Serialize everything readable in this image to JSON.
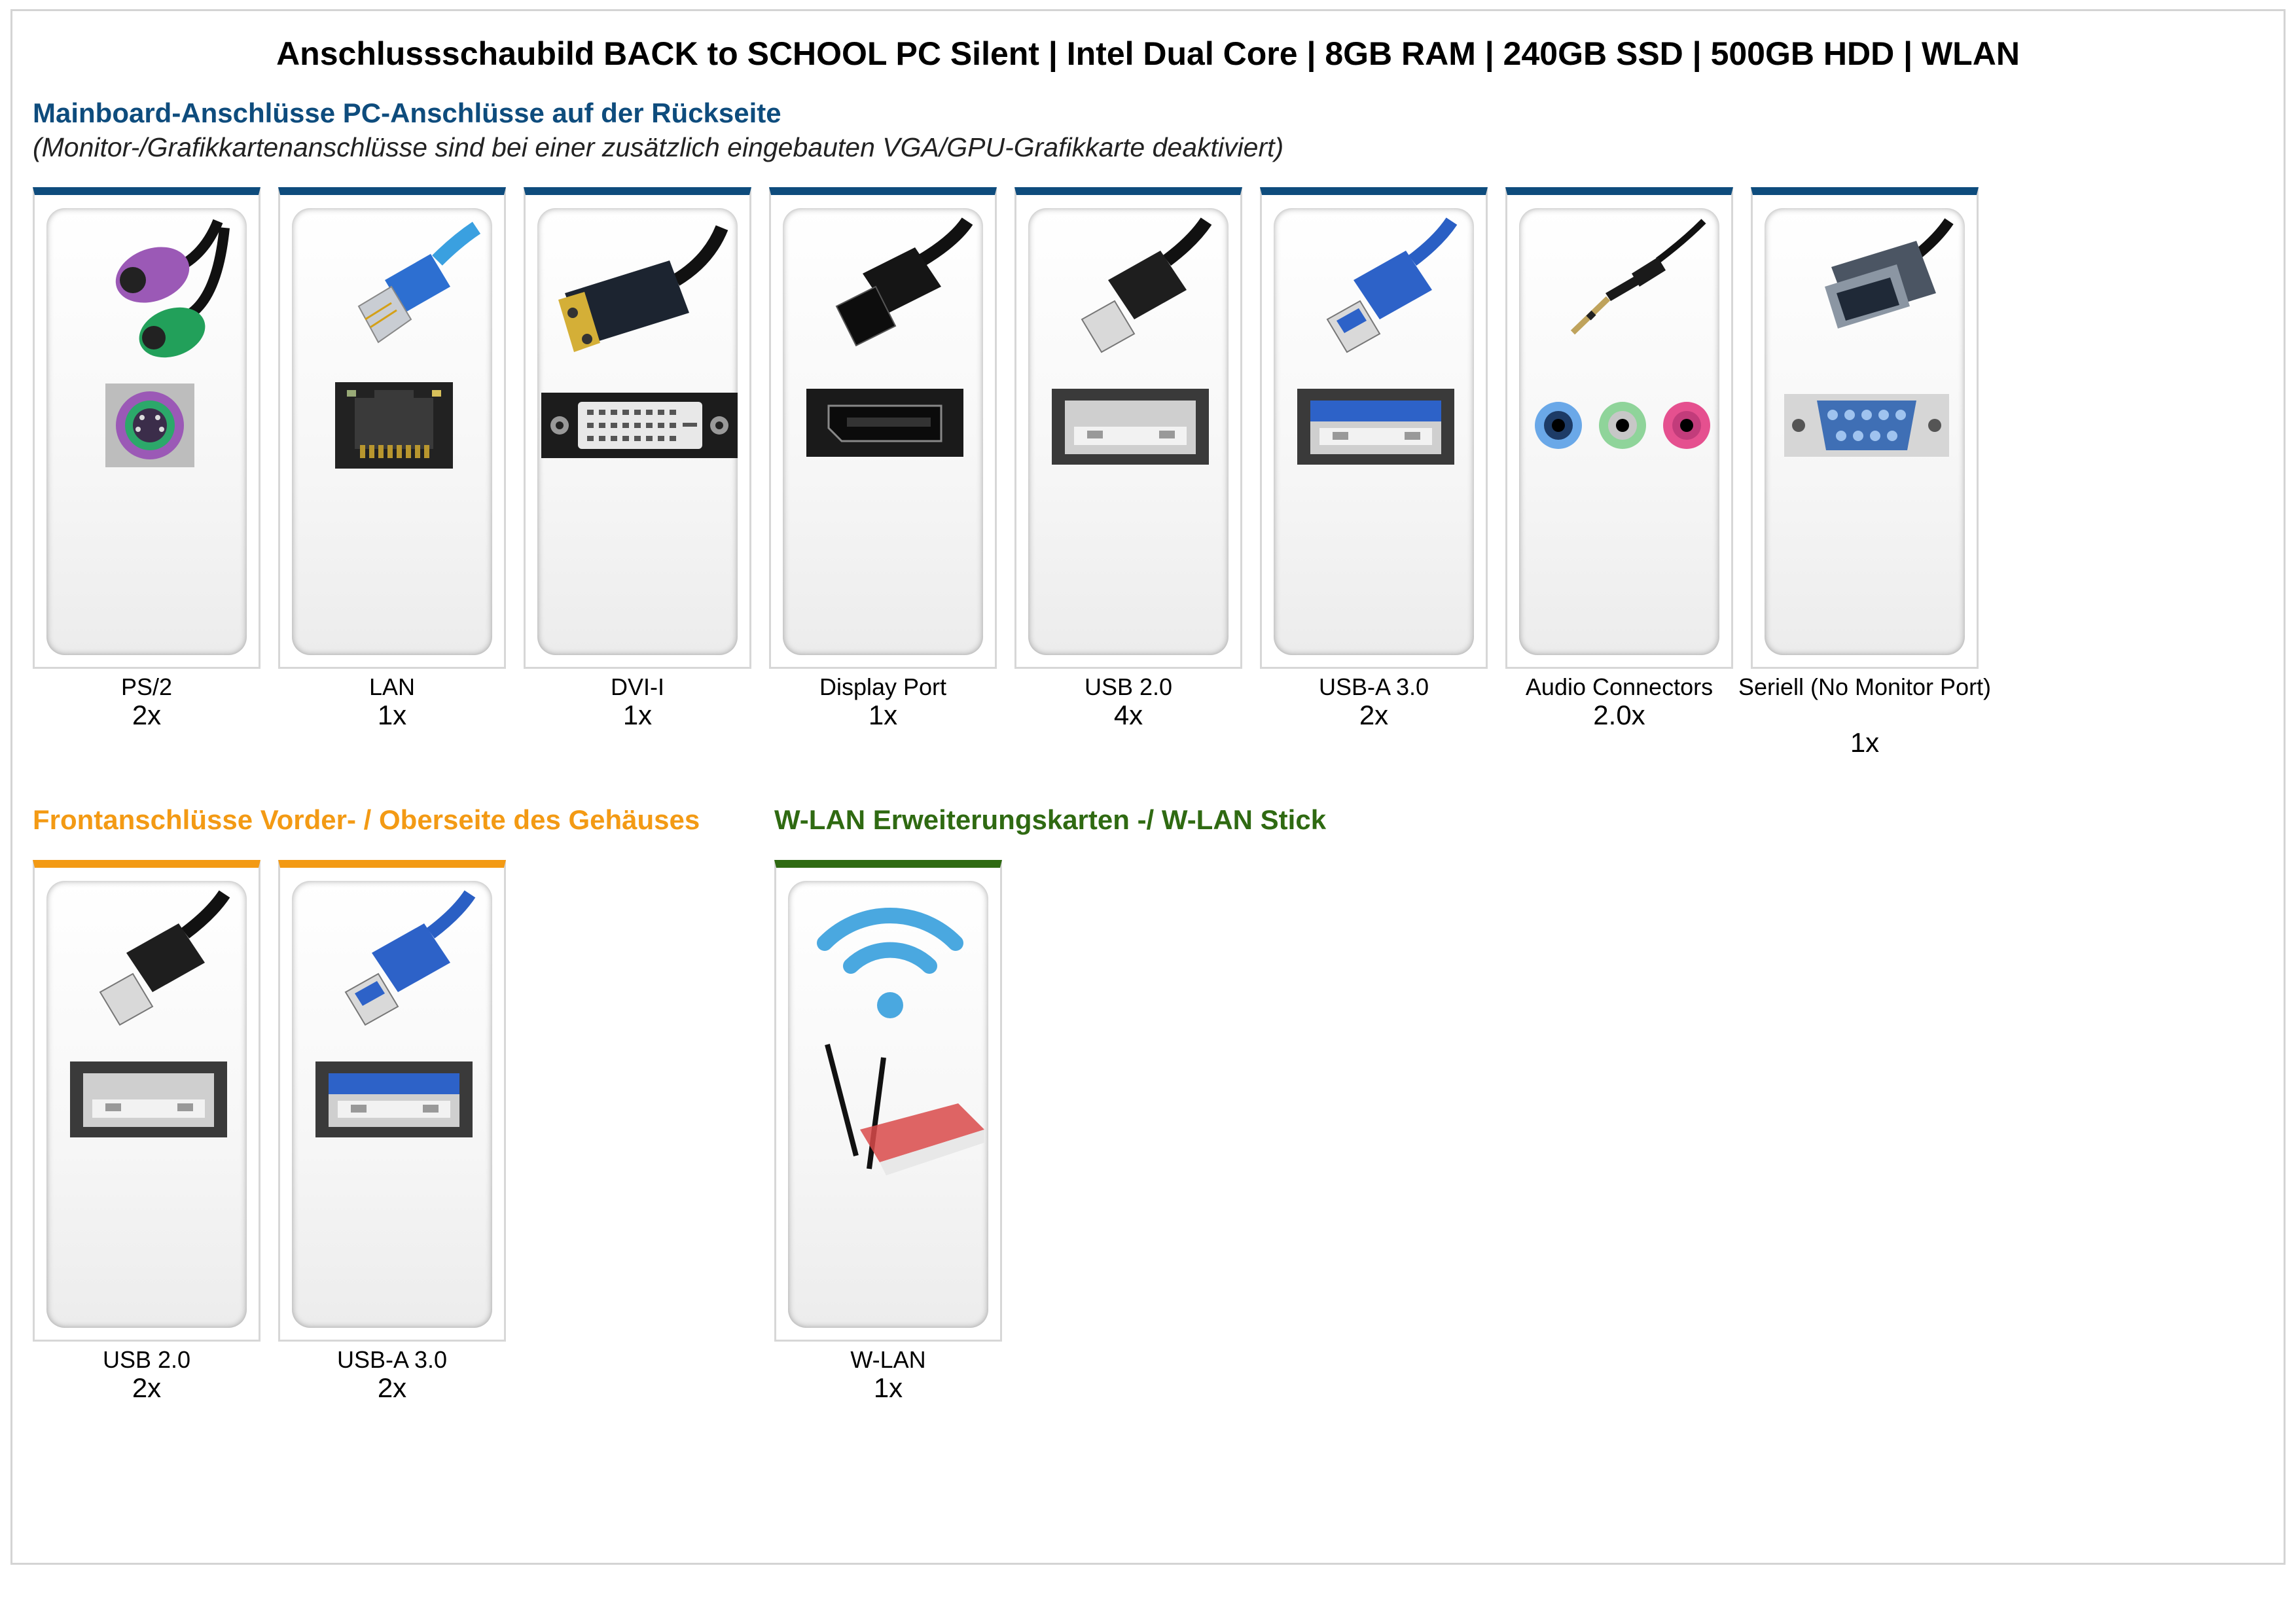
{
  "title": "Anschlussschaubild BACK to SCHOOL PC Silent | Intel Dual Core | 8GB RAM | 240GB SSD | 500GB HDD | WLAN",
  "mainboard": {
    "heading": "Mainboard-Anschlüsse PC-Anschlüsse auf der Rückseite",
    "note": "(Monitor-/Grafikkartenanschlüsse sind bei einer zusätzlich eingebauten VGA/GPU-Grafikkarte deaktiviert)",
    "items": [
      {
        "label": "PS/2",
        "count": "2x",
        "icon": "ps2-connector-icon"
      },
      {
        "label": "LAN",
        "count": "1x",
        "icon": "lan-connector-icon"
      },
      {
        "label": "DVI-I",
        "count": "1x",
        "icon": "dvi-connector-icon"
      },
      {
        "label": "Display Port",
        "count": "1x",
        "icon": "displayport-connector-icon"
      },
      {
        "label": "USB 2.0",
        "count": "4x",
        "icon": "usb2-connector-icon"
      },
      {
        "label": "USB-A 3.0",
        "count": "2x",
        "icon": "usb3-connector-icon"
      },
      {
        "label": "Audio Connectors",
        "count": "2.0x",
        "icon": "audio-jack-icon"
      },
      {
        "label": "Seriell (No Monitor Port)",
        "count": "1x",
        "icon": "serial-connector-icon"
      }
    ]
  },
  "front": {
    "heading": "Frontanschlüsse Vorder- / Oberseite des Gehäuses",
    "items": [
      {
        "label": "USB 2.0",
        "count": "2x",
        "icon": "usb2-connector-icon"
      },
      {
        "label": "USB-A 3.0",
        "count": "2x",
        "icon": "usb3-connector-icon"
      }
    ]
  },
  "wlan": {
    "heading": "W-LAN Erweiterungskarten -/ W-LAN Stick",
    "items": [
      {
        "label": "W-LAN",
        "count": "1x",
        "icon": "wifi-card-icon"
      }
    ]
  },
  "colors": {
    "mainboard": "#0e4c7d",
    "front": "#f39a14",
    "wlan": "#2f6a12"
  }
}
